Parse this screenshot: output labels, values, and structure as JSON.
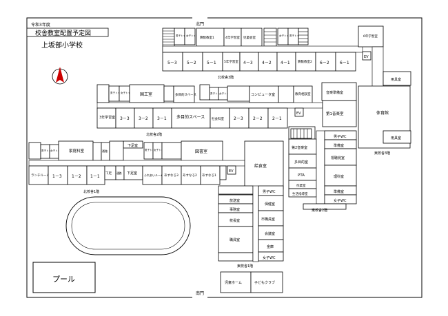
{
  "header": {
    "year": "令和3年度",
    "title": "校舎教室配置予定図",
    "school": "上坂部小学校"
  },
  "gates": {
    "north": "北門",
    "south": "南門"
  },
  "north_arrow": {
    "color": "#cc0000"
  },
  "building_labels": {
    "north3": "北校舎3階",
    "north2": "北校舎2階",
    "north1": "北校舎1階",
    "east3": "東校舎3階",
    "east2": "東校舎2階",
    "east1": "東校舎1階"
  },
  "north3": {
    "wc_boys": "男子トイレ",
    "wc_girls": "女子トイレ",
    "arith1": "算数教室1",
    "g4room": "4年学習室",
    "council": "児童会室",
    "wc_girls2": "女子トイレ",
    "wc_boys2": "男子トイレ",
    "arith2": "算数教室2",
    "c5_3": "5－3",
    "c5_2": "5－2",
    "c5_1": "5－1",
    "g5room": "5年学習室",
    "c4_3": "4－3",
    "c4_2": "4－2",
    "c4_1": "4－1",
    "c6_2": "6－2",
    "c6_1": "6－1",
    "g6room": "6年学習室",
    "ev": "EV",
    "tools": "用具室"
  },
  "north2": {
    "wc_boys": "男子トイレ",
    "wc_girls": "女子トイレ",
    "japanese": "国工室",
    "multi": "多目的スペース",
    "wc_boys2": "男子トイレ",
    "wc_girls2": "女子トイレ",
    "computer": "コンピュータ室",
    "edu_data": "教育相談室",
    "g3room": "3年学習室",
    "c3_3": "3－3",
    "c3_2": "3－2",
    "c3_1": "3－1",
    "multi2": "多目的スペース",
    "social": "社会科室",
    "c2_3": "2－3",
    "c2_2": "2－2",
    "c2_1": "2－1",
    "music_prep": "音楽準備室",
    "music1": "第1音楽室",
    "ev": "EV"
  },
  "north1": {
    "wc_boys": "男子トイレ",
    "wc_girls": "女子トイレ",
    "homeec": "家庭科室",
    "corridor": "通路",
    "geta": "下足室",
    "wc_boys2": "男子トイレ",
    "wc_girls2": "女子トイレ",
    "library": "図書室",
    "lunch": "ランチルーム",
    "c1_3": "1－3",
    "c1_2": "1－2",
    "c1_1": "1－1",
    "geta2": "下足",
    "corridor2": "通路",
    "geta3": "下足室",
    "fureai": "ふれあいルーム",
    "asunaro3": "あすなろ3",
    "asunaro2": "あすなろ2",
    "asunaro1": "あすなろ1",
    "ev": "EV",
    "lunch_room": "給食室"
  },
  "east": {
    "music2": "第2音楽室",
    "multi_room": "多目的室",
    "pta": "PTA",
    "work": "作業室",
    "life_guidance": "生活指導室",
    "boys_wc": "男子WC",
    "prep": "準備室",
    "science_prep": "視聴覚室",
    "science": "理科室",
    "prep2": "準備室",
    "girls_wc": "女子WC",
    "boys_wc2": "男子WC",
    "health": "保健室",
    "reception": "市職員室",
    "meeting": "会議室",
    "kinko": "金庫",
    "girls_wc2": "女子WC",
    "broadcast": "放送室",
    "office": "事務室",
    "principal": "校長室",
    "staff": "職員室",
    "gym": "体育館",
    "tools": "用具室",
    "children_home": "児童ホーム",
    "kids_club": "子どもクラブ"
  },
  "pool": "プール"
}
